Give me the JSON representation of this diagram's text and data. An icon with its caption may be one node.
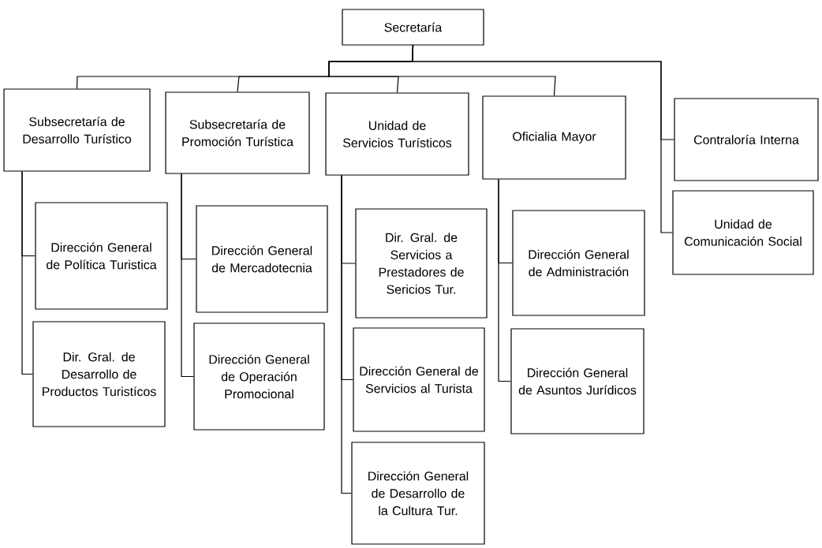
{
  "diagram": {
    "nodes": [
      {
        "text": [
          "Secretaría"
        ]
      },
      {
        "text": [
          "Subsecretaría de Desarrollo Turístico"
        ]
      },
      {
        "text": [
          "Subsecretaría de Promoción Turística"
        ]
      },
      {
        "text": [
          "Unidad de Servicios Turísticos"
        ]
      },
      {
        "text": [
          "Oficialia Mayor"
        ]
      },
      {
        "text": [
          "Contraloría Interna"
        ]
      },
      {
        "text": [
          "Unidad de Comunicación Social"
        ]
      },
      {
        "text": [
          "Dirección General de Política Turistica"
        ]
      },
      {
        "text": [
          "Dir. Gral. de Desarrollo de Productos Turistícos"
        ]
      },
      {
        "text": [
          "Dirección General de Mercadotecnia"
        ]
      },
      {
        "text": [
          "Dirección General de Operación Promocional"
        ]
      },
      {
        "text": [
          "Dir. Gral. de Servicios a Prestadores de Sericios Tur."
        ]
      },
      {
        "text": [
          "Dirección General de Servicios al Turista"
        ]
      },
      {
        "text": [
          "Dirección General de Desarrollo de la Cultura Tur."
        ]
      },
      {
        "text": [
          "Dirección General de Administración"
        ]
      },
      {
        "text": [
          "Dirección General de Asuntos Jurídicos"
        ]
      }
    ],
    "edges": [
      {
        "from": 0,
        "to": 1,
        "arrow": "none"
      },
      {
        "from": 0,
        "to": 2,
        "arrow": "none"
      },
      {
        "from": 0,
        "to": 3,
        "arrow": "none"
      },
      {
        "from": 0,
        "to": 4,
        "arrow": "none"
      },
      {
        "from": 0,
        "to": 5,
        "arrow": "none"
      },
      {
        "from": 0,
        "to": 6,
        "arrow": "none"
      },
      {
        "from": 1,
        "to": 7,
        "arrow": "none"
      },
      {
        "from": 1,
        "to": 8,
        "arrow": "none"
      },
      {
        "from": 2,
        "to": 9,
        "arrow": "none"
      },
      {
        "from": 2,
        "to": 10,
        "arrow": "none"
      },
      {
        "from": 3,
        "to": 11,
        "arrow": "none"
      },
      {
        "from": 3,
        "to": 12,
        "arrow": "none"
      },
      {
        "from": 3,
        "to": 13,
        "arrow": "none"
      },
      {
        "from": 4,
        "to": 14,
        "arrow": "none"
      },
      {
        "from": 4,
        "to": 15,
        "arrow": "none"
      }
    ]
  }
}
